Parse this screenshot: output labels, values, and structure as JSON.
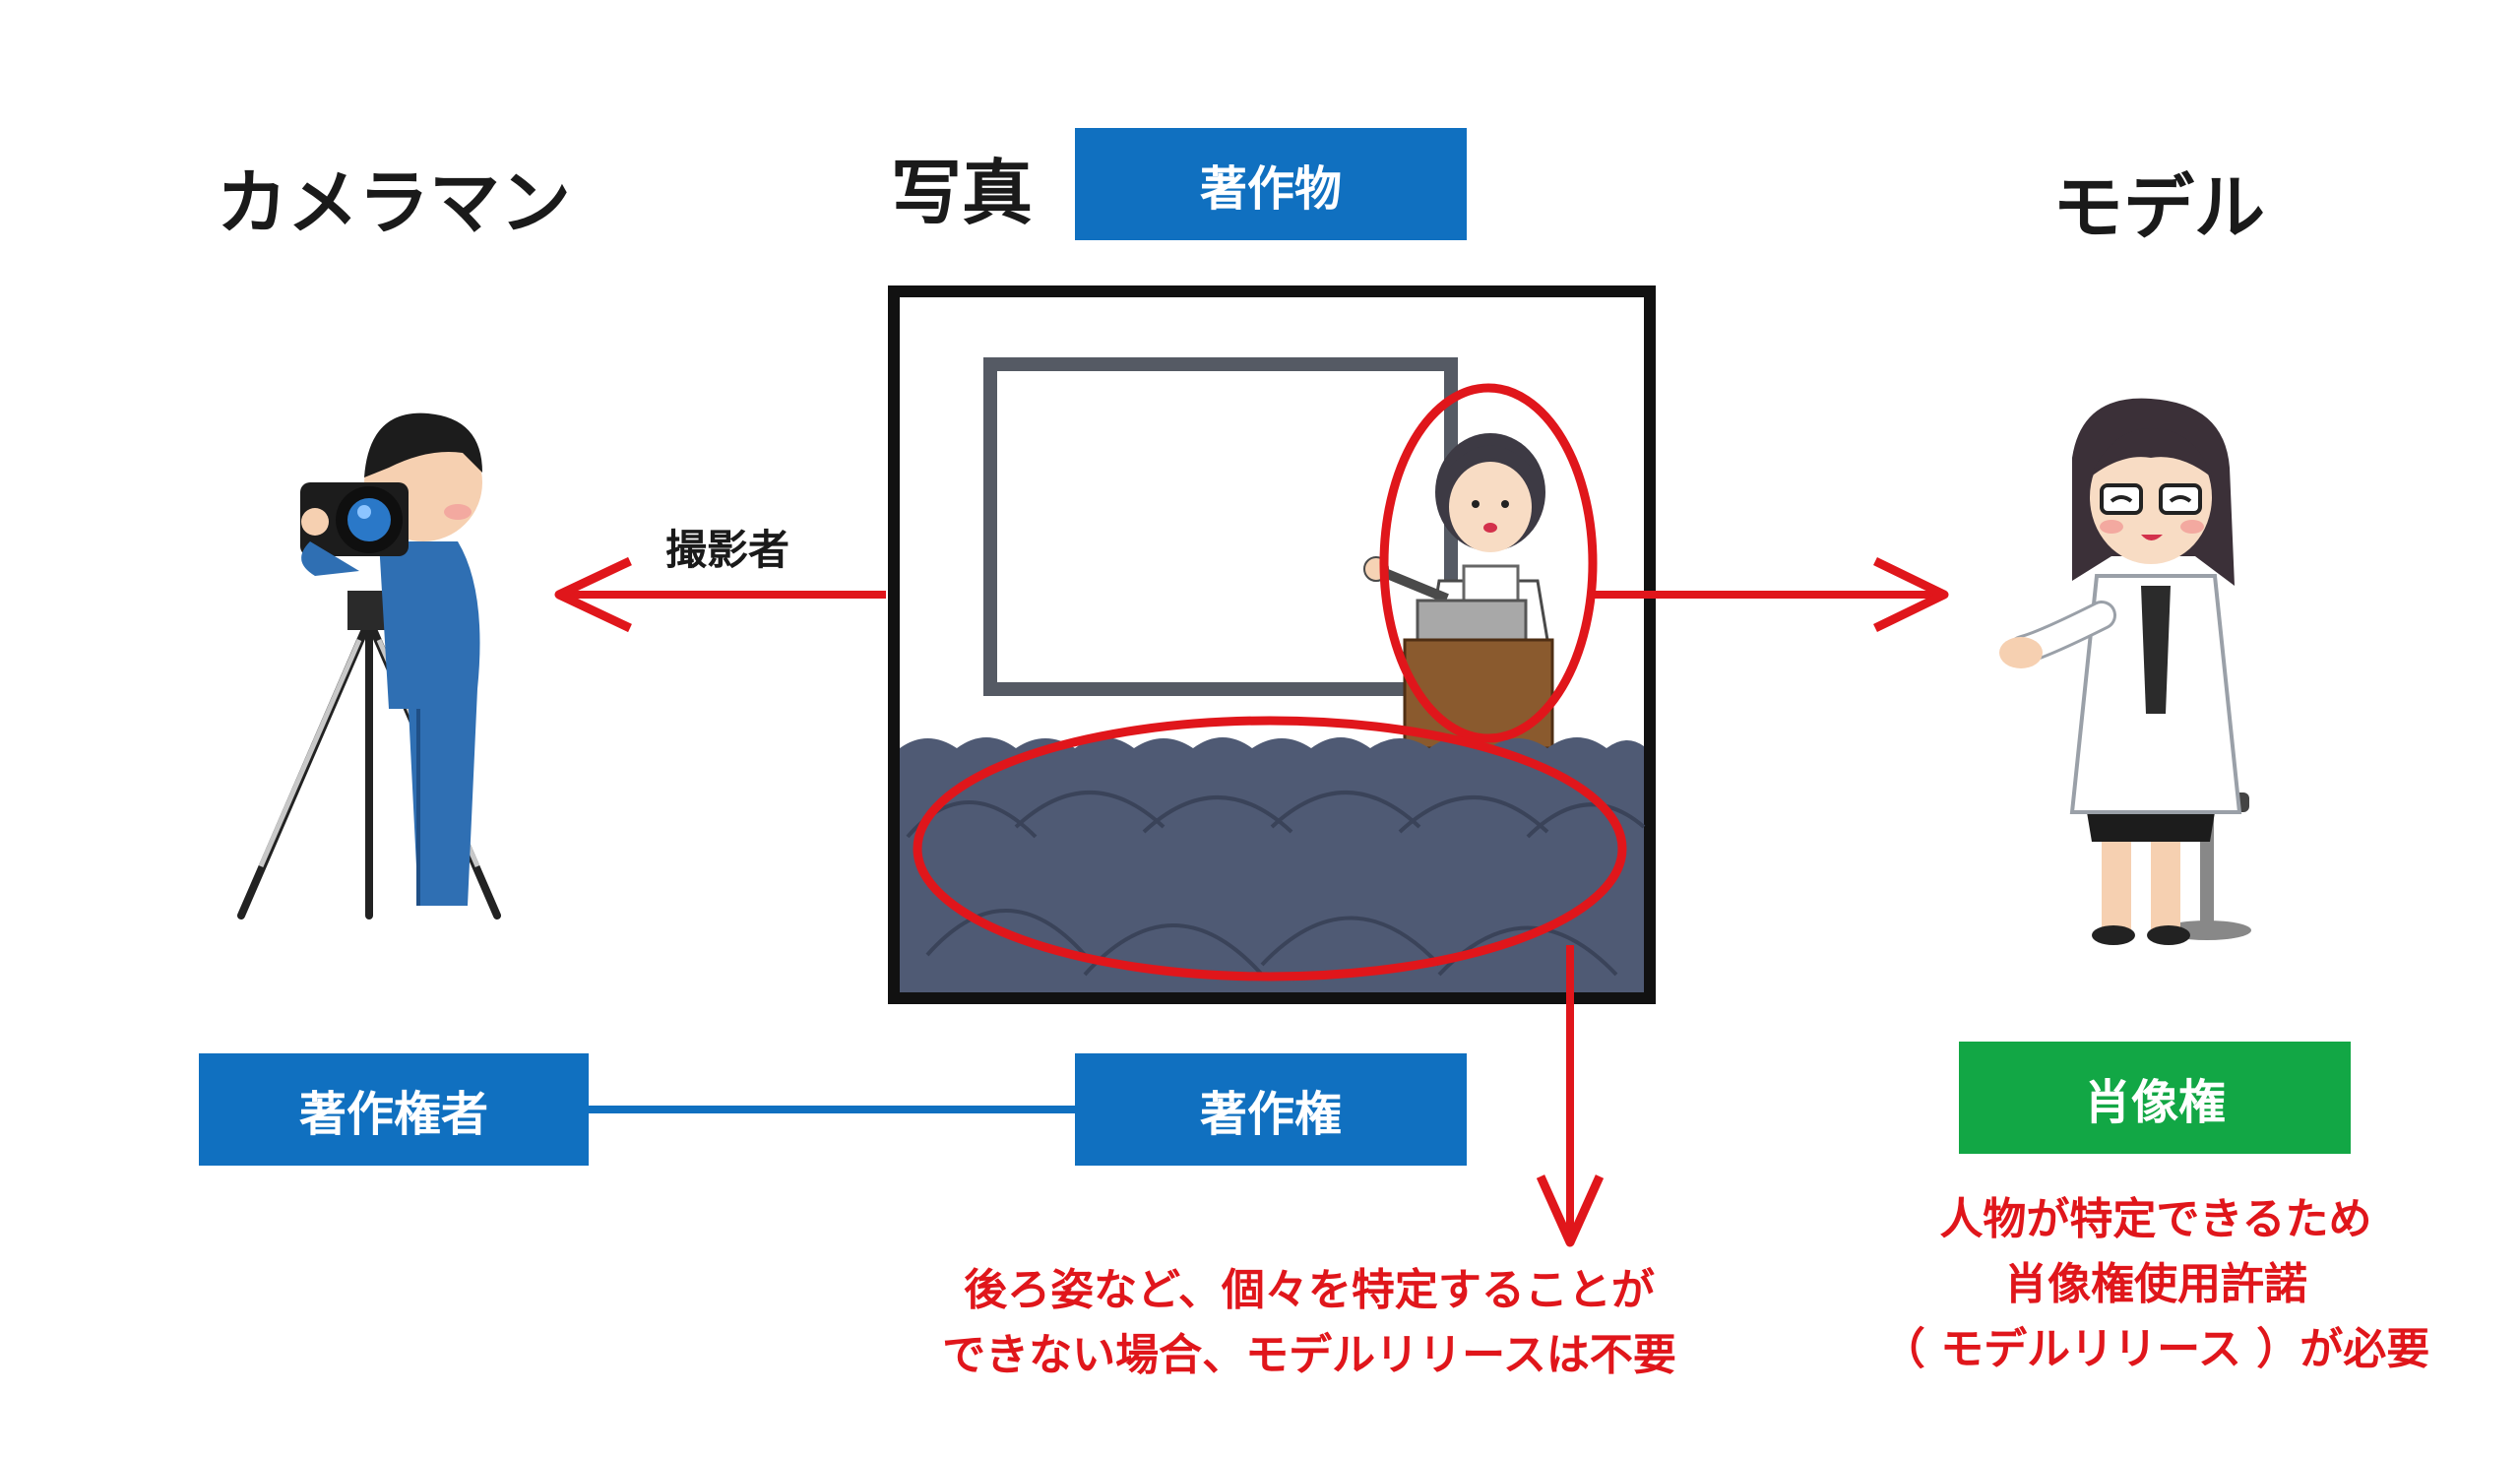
{
  "headings": {
    "cameraman": "カメラマン",
    "photo": "写真",
    "model": "モデル"
  },
  "boxes": {
    "copyrighted_work": "著作物",
    "copyright_holder": "著作権者",
    "copyright": "著作権",
    "portrait_right": "肖像権"
  },
  "labels": {
    "photographer": "撮影者"
  },
  "notes": {
    "audience": [
      "後ろ姿など、個々を特定することが",
      "できない場合、モデルリリースは不要"
    ],
    "model": [
      "人物が特定できるため",
      "肖像権使用許諾",
      "（ モデルリリース ）が必要"
    ]
  },
  "colors": {
    "box_blue": "#1070c0",
    "box_green": "#12a745",
    "annotation_red": "#e0161b"
  }
}
